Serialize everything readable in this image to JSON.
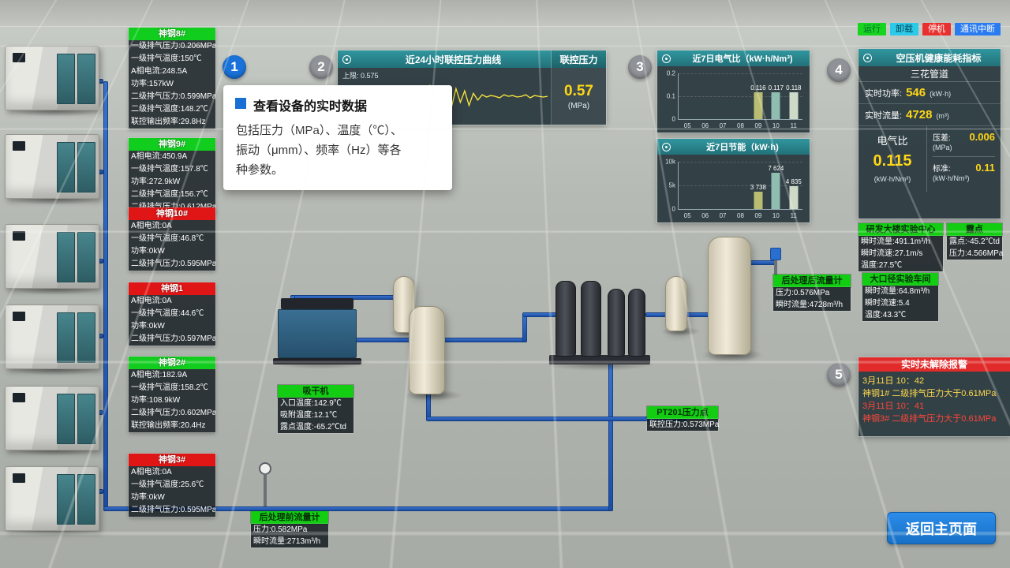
{
  "status_legend": {
    "items": [
      {
        "label": "运行"
      },
      {
        "label": "卸载"
      },
      {
        "label": "停机"
      },
      {
        "label": "通讯中断"
      }
    ]
  },
  "compressors": [
    {
      "name": "神钢8#",
      "status": "run",
      "lines": [
        "一级排气压力:0.206MPa",
        "一级排气温度:150℃",
        "A相电流:248.5A",
        "功率:157kW",
        "二级排气压力:0.599MPa",
        "二级排气温度:148.2℃",
        "联控输出频率:29.8Hz"
      ]
    },
    {
      "name": "神钢9#",
      "status": "run",
      "lines": [
        "A相电流:450.9A",
        "一级排气温度:157.8℃",
        "功率:272.9kW",
        "二级排气温度:156.7℃",
        "二级排气压力:0.612MPa"
      ]
    },
    {
      "name": "神钢10#",
      "status": "stop",
      "lines": [
        "A相电流:0A",
        "一级排气温度:46.8℃",
        "功率:0kW",
        "二级排气压力:0.595MPa"
      ]
    },
    {
      "name": "神钢1",
      "status": "stop",
      "lines": [
        "A相电流:0A",
        "一级排气温度:44.6℃",
        "功率:0kW",
        "二级排气压力:0.597MPa"
      ]
    },
    {
      "name": "神钢2#",
      "status": "run",
      "lines": [
        "A相电流:182.9A",
        "一级排气温度:158.2℃",
        "功率:108.9kW",
        "二级排气压力:0.602MPa",
        "联控输出频率:20.4Hz"
      ]
    },
    {
      "name": "神钢3#",
      "status": "stop",
      "lines": [
        "A相电流:0A",
        "一级排气温度:25.6℃",
        "功率:0kW",
        "二级排气压力:0.595MPa"
      ]
    }
  ],
  "pressure_panel": {
    "right_title": "联控压力",
    "limit_label": "上限: 0.575",
    "value": "0.57",
    "unit": "(MPa)"
  },
  "tooltip": {
    "title": "查看设备的实时数据",
    "line1": "包括压力（MPa）、温度（℃）、",
    "line2": "振动（μmm）、频率（Hz）等各",
    "line3": "种参数。"
  },
  "markers": [
    {
      "n": "1",
      "active": true
    },
    {
      "n": "2",
      "active": false
    },
    {
      "n": "3",
      "active": false
    },
    {
      "n": "4",
      "active": false
    },
    {
      "n": "5",
      "active": false
    }
  ],
  "health_panel": {
    "title": "空压机健康能耗指标",
    "pipe_name": "三花管道",
    "power_label": "实时功率:",
    "power_value": "546",
    "power_unit": "(kW·h)",
    "flow_label": "实时流量:",
    "flow_value": "4728",
    "flow_unit": "(m³)",
    "ratio_label": "电气比",
    "ratio_value": "0.115",
    "ratio_unit": "(kW·h/Nm³)",
    "diff_label": "压差:",
    "diff_value": "0.006",
    "diff_unit": "(MPa)",
    "std_label": "标准:",
    "std_value": "0.11",
    "std_unit": "(kW·h/Nm³)"
  },
  "site_panels": [
    {
      "title": "研发大楼实验中心",
      "lines": [
        "瞬时流量:491.1m³/h",
        "瞬时流速:27.1m/s",
        "温度:27.5℃"
      ]
    },
    {
      "title": "露点",
      "lines": [
        "露点:-45.2℃td",
        "压力:4.566MPa"
      ]
    },
    {
      "title": "大口径实验车间",
      "lines": [
        "瞬时流量:64.8m³/h",
        "瞬时流速:5.4",
        "温度:43.3℃"
      ]
    }
  ],
  "equipment_labels": [
    {
      "title": "吸干机",
      "lines": [
        "入口温度:142.9℃",
        "吸附温度:12.1℃",
        "露点温度:-65.2℃td"
      ]
    },
    {
      "title": "后处理前流量计",
      "lines": [
        "压力:0.582MPa",
        "瞬时流量:2713m³/h"
      ]
    },
    {
      "title": "后处理后流量计",
      "lines": [
        "压力:0.576MPa",
        "瞬时流量:4728m³/h"
      ]
    },
    {
      "title": "PT201压力点",
      "lines": [
        "联控压力:0.573MPa"
      ]
    }
  ],
  "alarm_panel": {
    "title": "实时未解除报警",
    "alarms": [
      {
        "time": "3月11日 10：42",
        "text": "神钢1# 二级排气压力大于0.61MPa",
        "level": "warn"
      },
      {
        "time": "3月11日 10：41",
        "text": "神钢3# 二级排气压力大于0.61MPa",
        "level": "crit"
      }
    ]
  },
  "back_button": {
    "label": "返回主页面"
  },
  "chart_data": [
    {
      "type": "line",
      "title": "近24小时联控压力曲线",
      "ylabel": "MPa",
      "upper_limit": 0.575,
      "current": 0.57,
      "legend_position": "none",
      "values": [
        0.57,
        0.571,
        0.569,
        0.572,
        0.57,
        0.568,
        0.571,
        0.573,
        0.57,
        0.569,
        0.572,
        0.57,
        0.567,
        0.571,
        0.574,
        0.57,
        0.566,
        0.572,
        0.569,
        0.575,
        0.584,
        0.552,
        0.578,
        0.56,
        0.582,
        0.556,
        0.58,
        0.562,
        0.577,
        0.558,
        0.574,
        0.565,
        0.572,
        0.569,
        0.571,
        0.57,
        0.568,
        0.572,
        0.57,
        0.571,
        0.569,
        0.57,
        0.572,
        0.568,
        0.571,
        0.57,
        0.569,
        0.57
      ]
    },
    {
      "type": "bar",
      "title": "近7日电气比（kW·h/Nm³)",
      "categories": [
        "05",
        "06",
        "07",
        "08",
        "09",
        "10",
        "11"
      ],
      "values": [
        null,
        null,
        null,
        null,
        0.116,
        0.117,
        0.118
      ],
      "bar_labels": [
        "0.116",
        "0.117",
        "0.118"
      ],
      "y_ticks": [
        "0.2",
        "0.1",
        "0"
      ],
      "ylim": [
        0,
        0.2
      ],
      "bar_colors": [
        "#b9bd72",
        "#8fbdb0",
        "#cfd9c8"
      ]
    },
    {
      "type": "bar",
      "title": "近7日节能（kW·h)",
      "categories": [
        "05",
        "06",
        "07",
        "08",
        "09",
        "10",
        "11"
      ],
      "values": [
        null,
        null,
        null,
        null,
        3738,
        7624,
        4835
      ],
      "bar_labels": [
        "3 738",
        "7 624",
        "4 835"
      ],
      "y_ticks": [
        "10k",
        "5k",
        "0"
      ],
      "ylim": [
        0,
        10000
      ],
      "bar_colors": [
        "#b9bd72",
        "#8fbdb0",
        "#cfd9c8"
      ]
    }
  ]
}
